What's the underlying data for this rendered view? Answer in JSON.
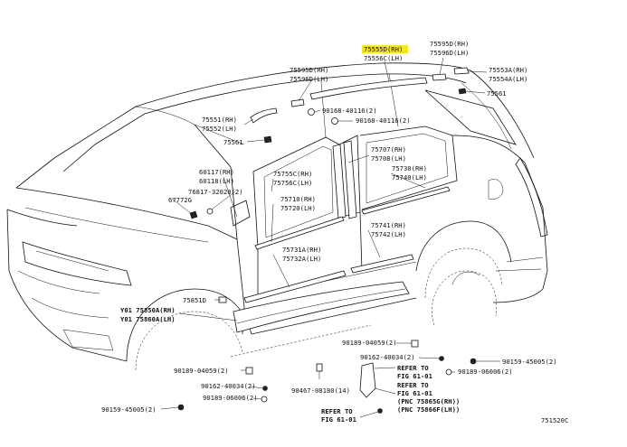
{
  "diagram_code": "751520C",
  "highlight_color": "#f5e61e",
  "labels": [
    {
      "id": "l_75555d",
      "text": "75555D(RH)",
      "highlight": true
    },
    {
      "id": "l_75556c",
      "text": "75556C(LH)"
    },
    {
      "id": "l_75595d_top",
      "text": "75595D(RH)"
    },
    {
      "id": "l_75596d_top",
      "text": "75596D(LH)"
    },
    {
      "id": "l_75553a",
      "text": "75553A(RH)"
    },
    {
      "id": "l_75554a",
      "text": "75554A(LH)"
    },
    {
      "id": "l_75561_r",
      "text": "75561"
    },
    {
      "id": "l_75595d_l",
      "text": "75595D(RH)"
    },
    {
      "id": "l_75596d_l",
      "text": "75596D(LH)"
    },
    {
      "id": "l_90168_a",
      "text": "90168-40116(2)"
    },
    {
      "id": "l_90168_b",
      "text": "90168-40116(2)"
    },
    {
      "id": "l_75551",
      "text": "75551(RH)"
    },
    {
      "id": "l_75552",
      "text": "75552(LH)"
    },
    {
      "id": "l_75561_l",
      "text": "75561"
    },
    {
      "id": "l_75707",
      "text": "75707(RH)"
    },
    {
      "id": "l_75708",
      "text": "75708(LH)"
    },
    {
      "id": "l_75730",
      "text": "75730(RH)"
    },
    {
      "id": "l_75740",
      "text": "75740(LH)"
    },
    {
      "id": "l_60117",
      "text": "60117(RH)"
    },
    {
      "id": "l_60118",
      "text": "60118(LH)"
    },
    {
      "id": "l_76817",
      "text": "76817-32020(2)"
    },
    {
      "id": "l_67772g",
      "text": "67772G"
    },
    {
      "id": "l_75755c",
      "text": "75755C(RH)"
    },
    {
      "id": "l_75756c",
      "text": "75756C(LH)"
    },
    {
      "id": "l_75710",
      "text": "75710(RH)"
    },
    {
      "id": "l_75720",
      "text": "75720(LH)"
    },
    {
      "id": "l_75741",
      "text": "75741(RH)"
    },
    {
      "id": "l_75742",
      "text": "75742(LH)"
    },
    {
      "id": "l_75731a",
      "text": "75731A(RH)"
    },
    {
      "id": "l_75732a",
      "text": "75732A(LH)"
    },
    {
      "id": "l_75851d",
      "text": "75851D"
    },
    {
      "id": "l_y017585",
      "text": "Y01 75850A(RH)"
    },
    {
      "id": "l_y017586",
      "text": "Y01 75860A(LH)"
    },
    {
      "id": "l_90189_a",
      "text": "90189-04059(2)"
    },
    {
      "id": "l_90162_a",
      "text": "90162-40034(2)"
    },
    {
      "id": "l_90189_b",
      "text": "90189-04059(2)"
    },
    {
      "id": "l_90162_b",
      "text": "90162-40034(2)"
    },
    {
      "id": "l_90189_c",
      "text": "90189-06006(2)"
    },
    {
      "id": "l_90159_a",
      "text": "90159-45005(2)"
    },
    {
      "id": "l_90467",
      "text": "90467-08180(14)"
    },
    {
      "id": "l_refer1",
      "text": "REFER TO"
    },
    {
      "id": "l_fig1",
      "text": "FIG 61-01"
    },
    {
      "id": "l_refer2",
      "text": "REFER TO"
    },
    {
      "id": "l_fig2",
      "text": "FIG 61-01"
    },
    {
      "id": "l_pnc1",
      "text": "(PNC 75865G(RH))"
    },
    {
      "id": "l_pnc2",
      "text": "(PNC 75866F(LH))"
    },
    {
      "id": "l_refer3",
      "text": "REFER TO"
    },
    {
      "id": "l_fig3",
      "text": "FIG 61-01"
    },
    {
      "id": "l_90189_d",
      "text": "90189-06006(2)"
    },
    {
      "id": "l_90159_b",
      "text": "90159-45005(2)"
    }
  ]
}
